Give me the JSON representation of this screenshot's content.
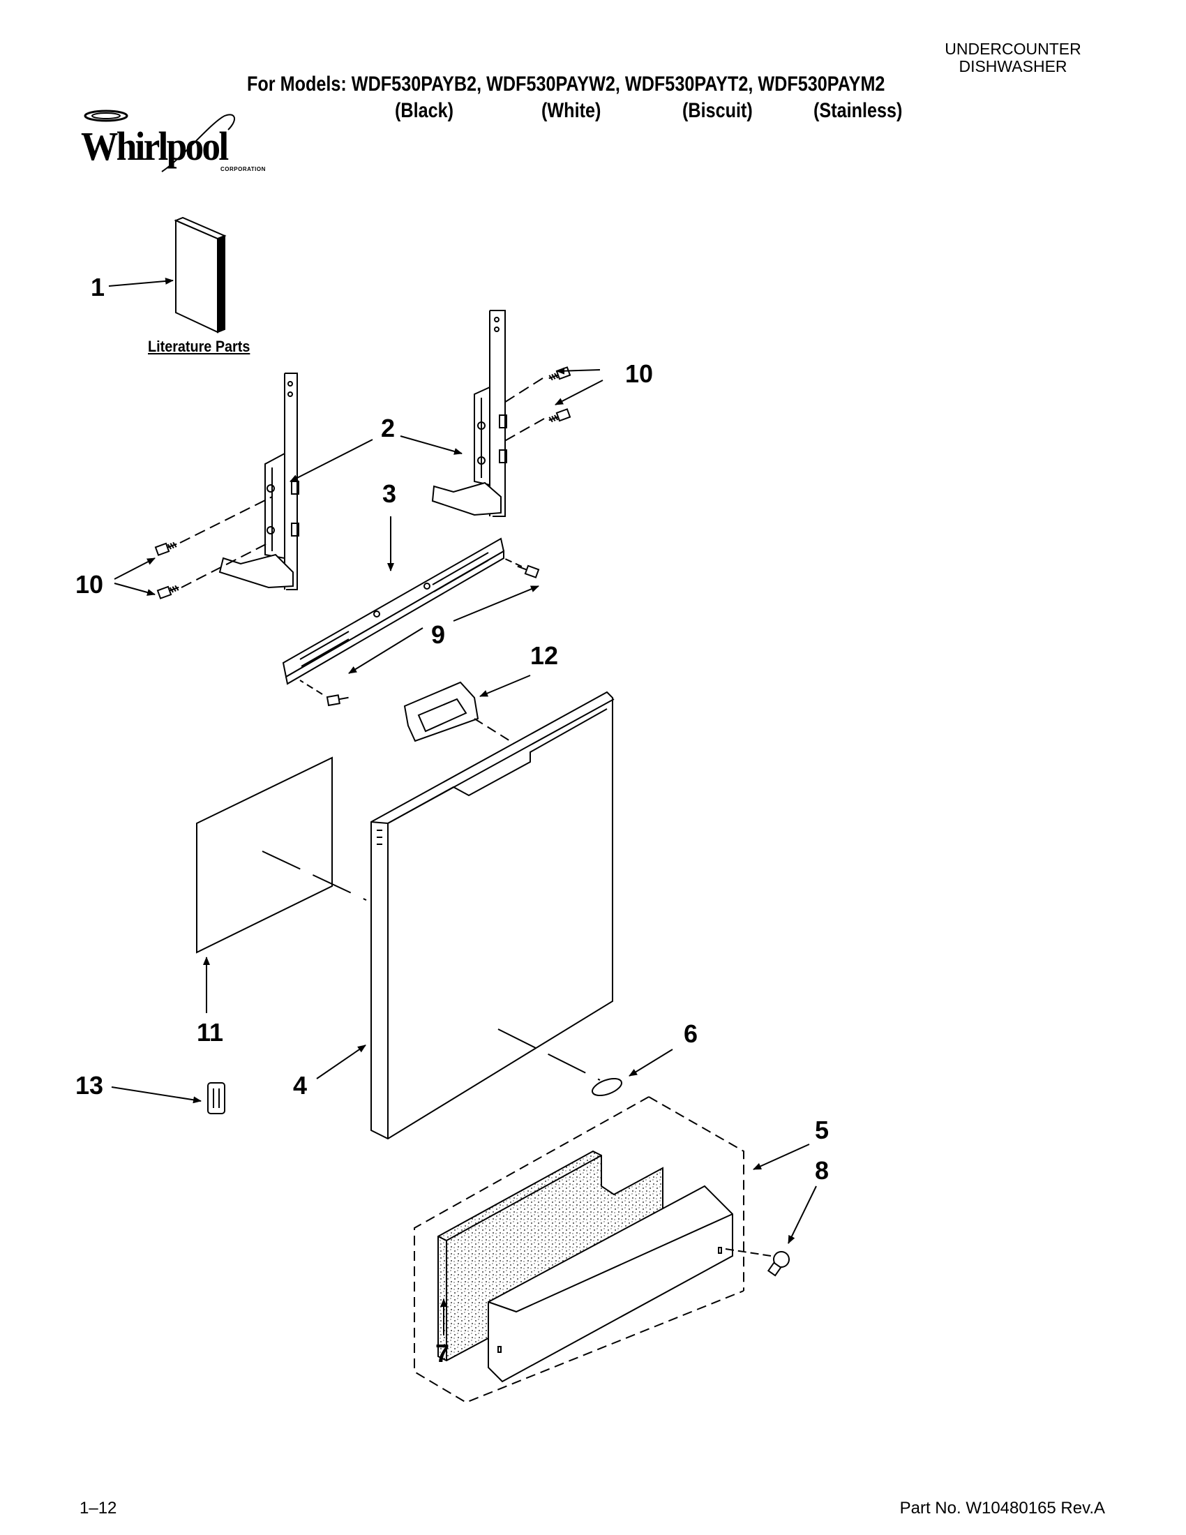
{
  "header": {
    "product_type_line1": "UNDERCOUNTER",
    "product_type_line2": "DISHWASHER",
    "models_line": "For Models: WDF530PAYB2, WDF530PAYW2, WDF530PAYT2, WDF530PAYM2",
    "colors": [
      "(Black)",
      "(White)",
      "(Biscuit)",
      "(Stainless)"
    ]
  },
  "brand": {
    "name": "Whirlpool",
    "sub": "CORPORATION"
  },
  "diagram": {
    "literature_label": "Literature Parts",
    "callouts": [
      "1",
      "2",
      "3",
      "4",
      "5",
      "6",
      "7",
      "8",
      "9",
      "10",
      "10",
      "11",
      "12",
      "13"
    ]
  },
  "footer": {
    "page_number": "1–12",
    "part_number": "Part No. W10480165 Rev.A"
  }
}
